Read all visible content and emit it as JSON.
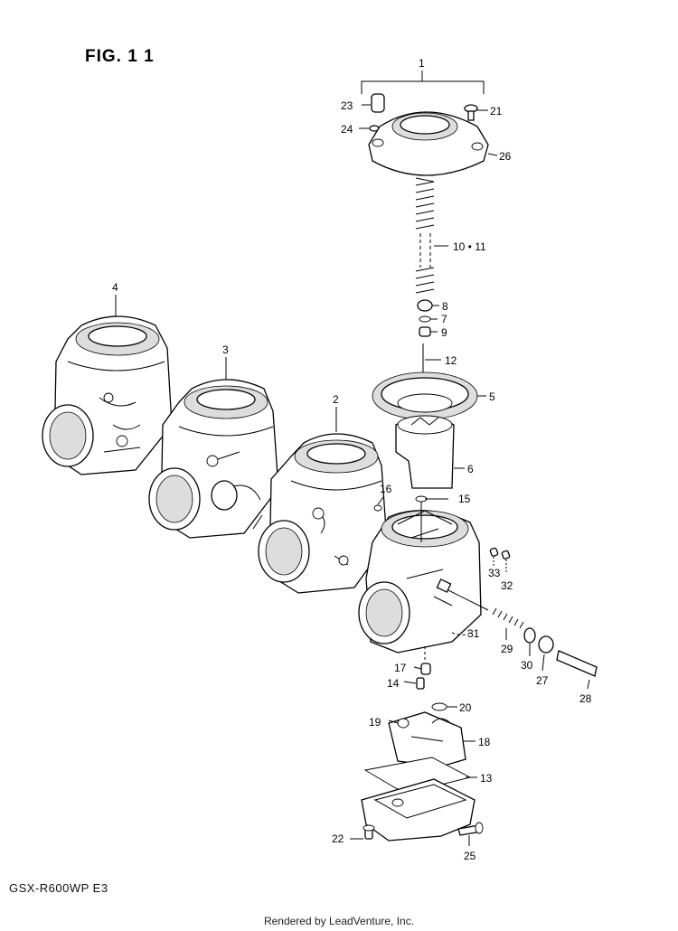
{
  "figure": {
    "title": "FIG. 1 1",
    "model_code": "GSX-R600WP E3",
    "footer": "Rendered by LeadVenture, Inc."
  },
  "callouts": [
    {
      "id": "c1",
      "label": "1"
    },
    {
      "id": "c2",
      "label": "2"
    },
    {
      "id": "c3",
      "label": "3"
    },
    {
      "id": "c4",
      "label": "4"
    },
    {
      "id": "c5",
      "label": "5"
    },
    {
      "id": "c6",
      "label": "6"
    },
    {
      "id": "c7",
      "label": "7"
    },
    {
      "id": "c8",
      "label": "8"
    },
    {
      "id": "c9",
      "label": "9"
    },
    {
      "id": "c10",
      "label": "10 • 11"
    },
    {
      "id": "c12",
      "label": "12"
    },
    {
      "id": "c13",
      "label": "13"
    },
    {
      "id": "c14",
      "label": "14"
    },
    {
      "id": "c15",
      "label": "15"
    },
    {
      "id": "c16",
      "label": "16"
    },
    {
      "id": "c17",
      "label": "17"
    },
    {
      "id": "c18",
      "label": "18"
    },
    {
      "id": "c19",
      "label": "19"
    },
    {
      "id": "c20",
      "label": "20"
    },
    {
      "id": "c21",
      "label": "21"
    },
    {
      "id": "c22",
      "label": "22"
    },
    {
      "id": "c23",
      "label": "23"
    },
    {
      "id": "c24",
      "label": "24"
    },
    {
      "id": "c25",
      "label": "25"
    },
    {
      "id": "c26",
      "label": "26"
    },
    {
      "id": "c27",
      "label": "27"
    },
    {
      "id": "c28",
      "label": "28"
    },
    {
      "id": "c29",
      "label": "29"
    },
    {
      "id": "c30",
      "label": "30"
    },
    {
      "id": "c31",
      "label": "31"
    },
    {
      "id": "c32",
      "label": "32"
    },
    {
      "id": "c33",
      "label": "33"
    }
  ]
}
